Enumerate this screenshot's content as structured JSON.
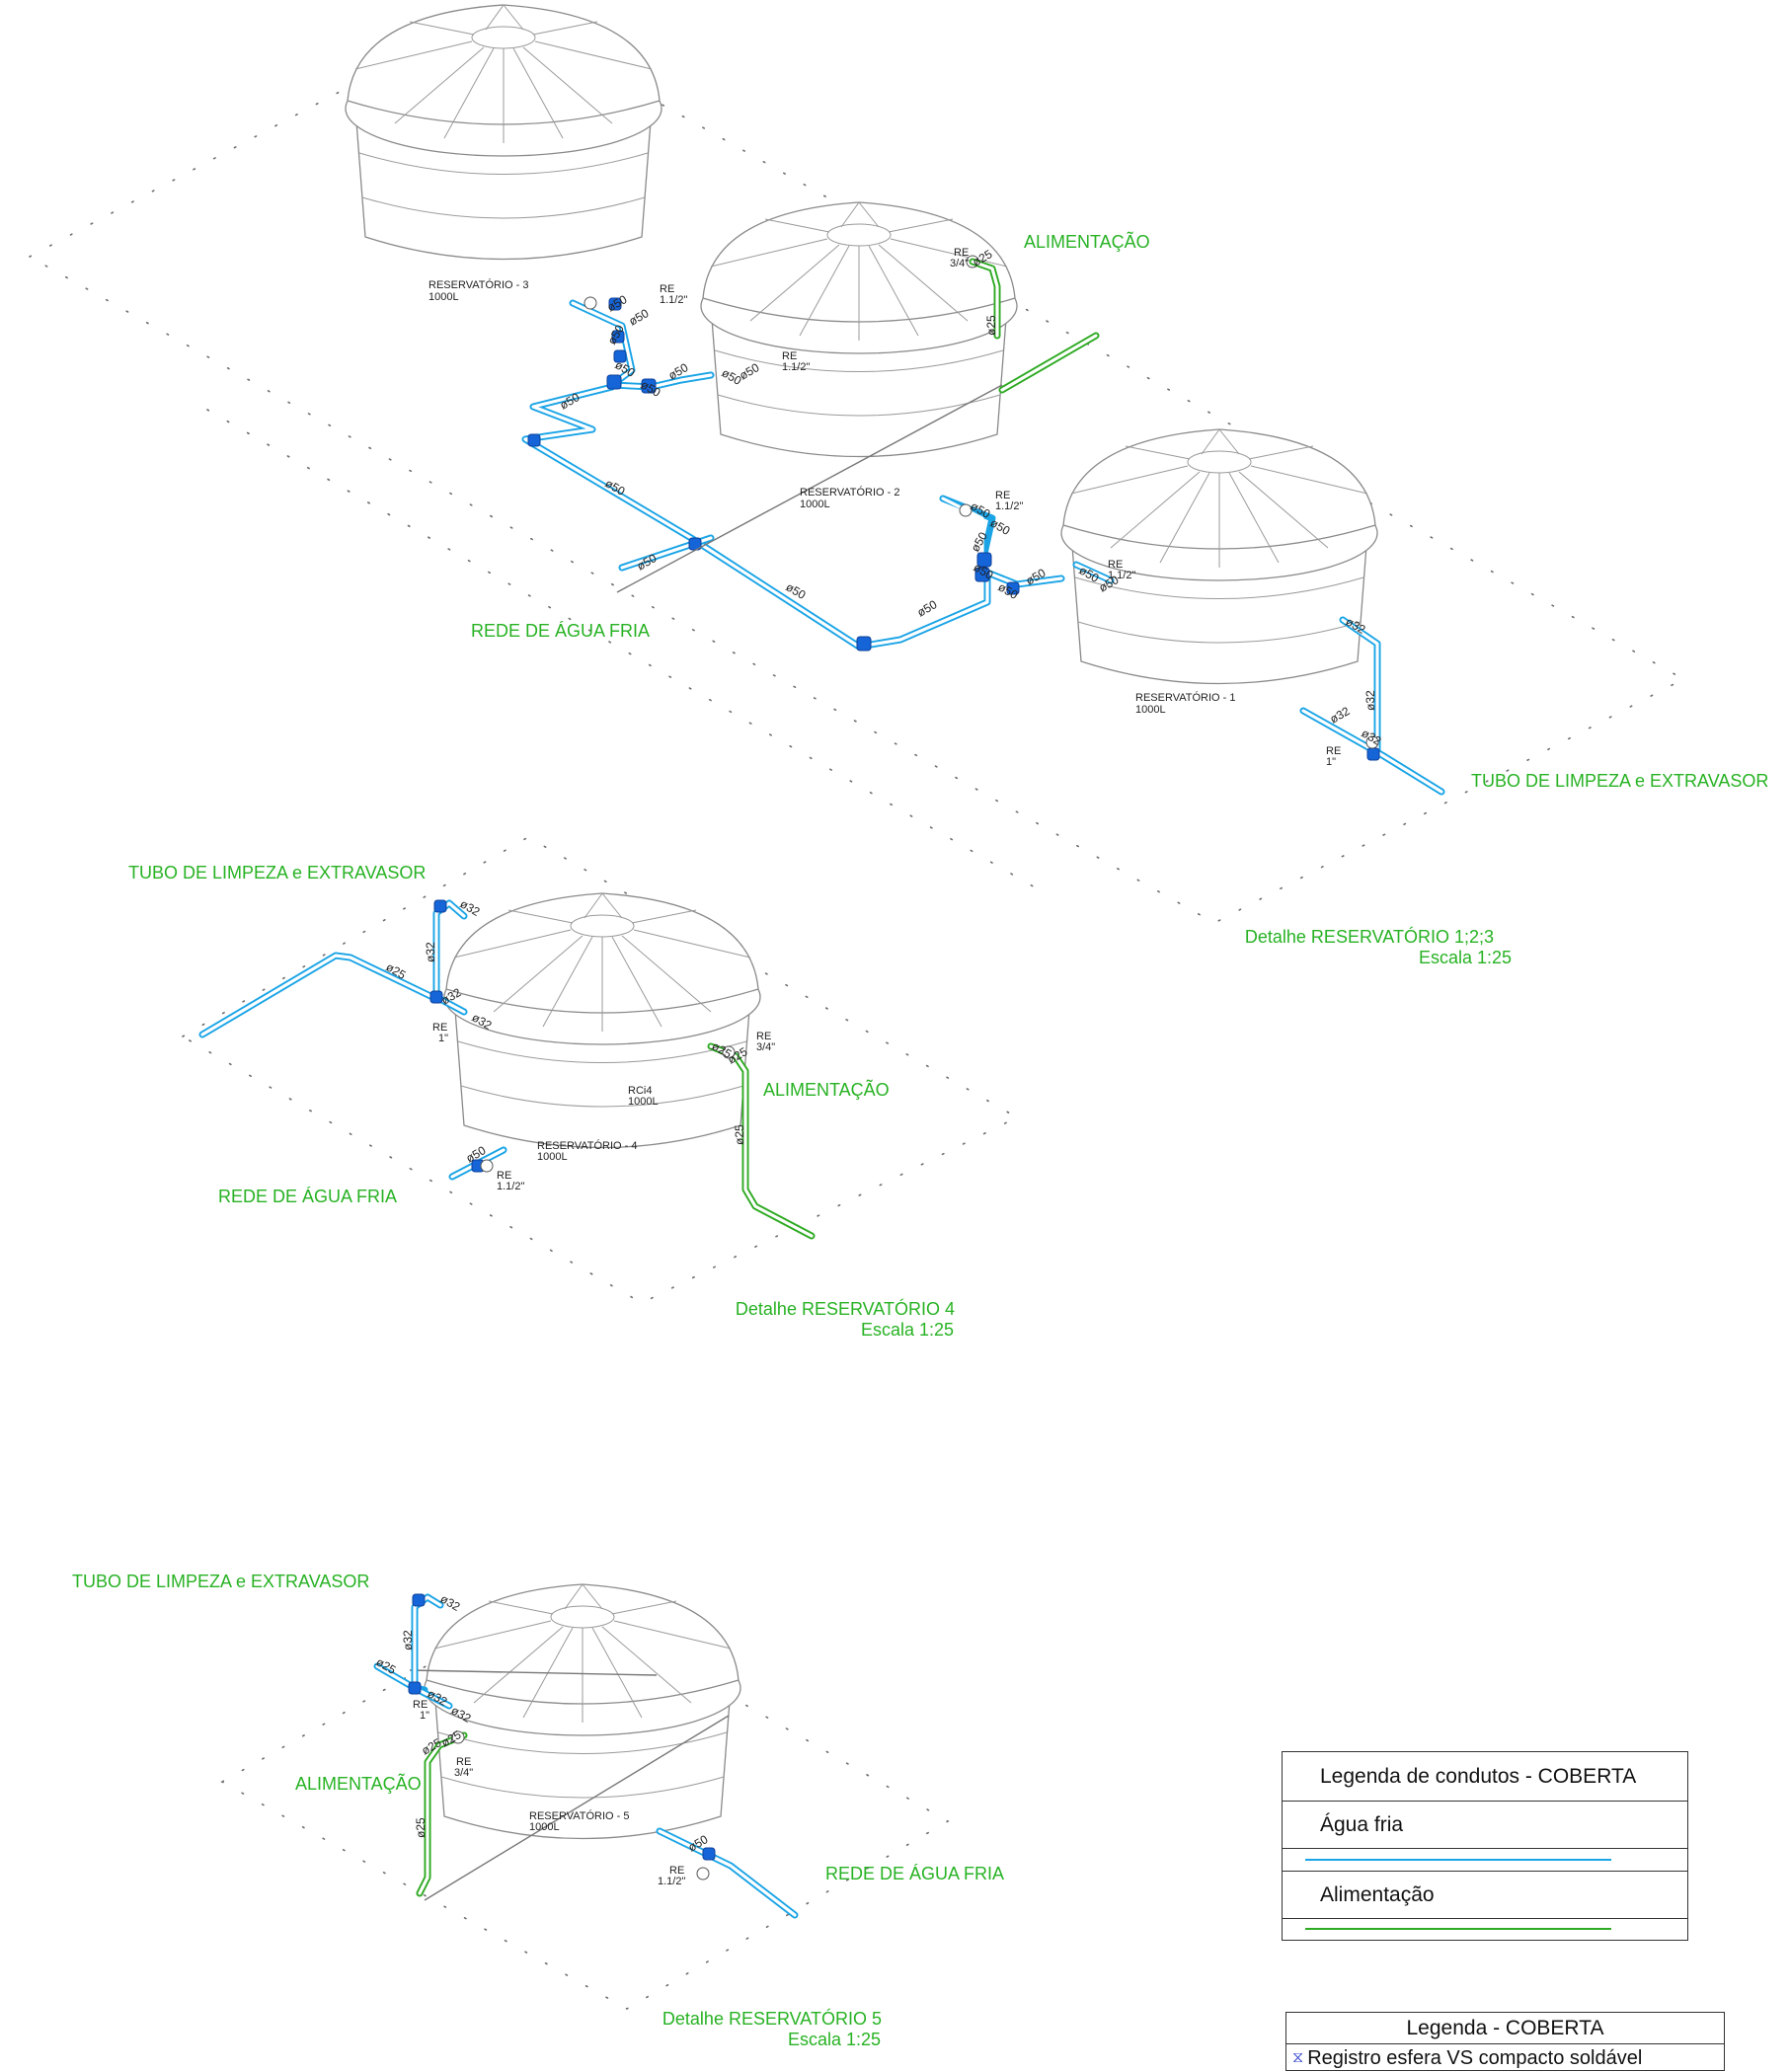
{
  "colors": {
    "cold_water": "#1aa4e6",
    "supply": "#2eaa22",
    "label_green": "#27b223",
    "fitting": "#1565d8"
  },
  "detail_123": {
    "tanks": [
      {
        "name": "RESERVATÓRIO - 3",
        "capacity": "1000L"
      },
      {
        "name": "RESERVATÓRIO - 2",
        "capacity": "1000L"
      },
      {
        "name": "RESERVATÓRIO - 1",
        "capacity": "1000L"
      }
    ],
    "labels": {
      "alimentacao": "ALIMENTAÇÃO",
      "rede": "REDE DE ÁGUA FRIA",
      "tubo": "TUBO DE LIMPEZA e EXTRAVASOR"
    },
    "title": "Detalhe RESERVATÓRIO 1;2;3",
    "scale": "Escala 1:25"
  },
  "detail_4": {
    "tank": {
      "code": "RCi4",
      "name": "RESERVATÓRIO - 4",
      "capacity": "1000L"
    },
    "labels": {
      "tubo": "TUBO DE LIMPEZA e EXTRAVASOR",
      "alimentacao": "ALIMENTAÇÃO",
      "rede": "REDE DE ÁGUA FRIA"
    },
    "title": "Detalhe RESERVATÓRIO 4",
    "scale": "Escala 1:25"
  },
  "detail_5": {
    "tank": {
      "name": "RESERVATÓRIO - 5",
      "capacity": "1000L"
    },
    "labels": {
      "tubo": "TUBO DE LIMPEZA e EXTRAVASOR",
      "alimentacao": "ALIMENTAÇÃO",
      "rede": "REDE DE ÁGUA FRIA"
    },
    "title": "Detalhe RESERVATÓRIO 5",
    "scale": "Escala 1:25"
  },
  "dims": {
    "d50": "ø50",
    "d32": "ø32",
    "d25": "ø25",
    "re_1_1_2": "1.1/2\"",
    "re_3_4": "3/4\"",
    "re_1": "1\"",
    "re": "RE"
  },
  "legend_condutos": {
    "title": "Legenda de condutos - COBERTA",
    "items": [
      {
        "label": "Água fria",
        "color": "#1aa4e6"
      },
      {
        "label": "Alimentação",
        "color": "#2eaa22"
      }
    ]
  },
  "legend_coberta": {
    "title": "Legenda - COBERTA",
    "first_item": "Registro esfera VS compacto soldável"
  }
}
